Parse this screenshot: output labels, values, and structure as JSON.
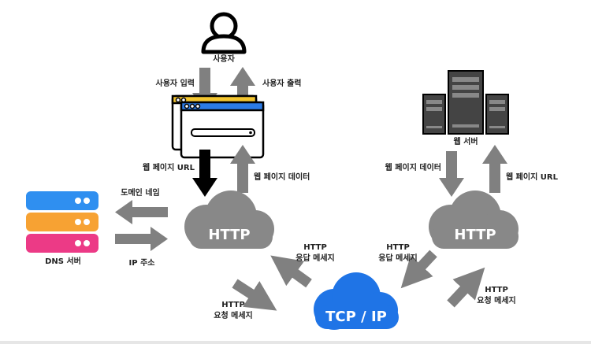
{
  "nodes": {
    "user": {
      "label": "사용자",
      "icon": "user-icon"
    },
    "web_server": {
      "label": "웹 서버",
      "icon": "server-icon"
    },
    "dns_server": {
      "label": "DNS 서버",
      "icon": "dns-server-icon"
    },
    "http_client": {
      "label": "HTTP"
    },
    "http_server": {
      "label": "HTTP"
    },
    "tcp_ip": {
      "label": "TCP / IP"
    }
  },
  "edges": {
    "user_input": "사용자 입력",
    "user_output": "사용자 출력",
    "webpage_url_left": "웹 페이지 URL",
    "webpage_data_left": "웹 페이지 데이터",
    "domain_name": "도메인 네임",
    "ip_address": "IP 주소",
    "http_response_left": [
      "HTTP",
      "응답 메세지"
    ],
    "http_request_left": [
      "HTTP",
      "요청 메세지"
    ],
    "http_response_right": [
      "HTTP",
      "응답 메세지"
    ],
    "http_request_right": [
      "HTTP",
      "요청 메세지"
    ],
    "webpage_data_right": "웹 페이지 데이터",
    "webpage_url_right": "웹 페이지 URL"
  },
  "colors": {
    "arrow": "#808080",
    "black_arrow": "#000000",
    "cloud_gray": "#888888",
    "cloud_blue": "#1f74e6",
    "dns_blue": "#2f8ff0",
    "dns_orange": "#f7a233",
    "dns_pink": "#ec3a86",
    "browser_accent": "#f3c530",
    "browser_tab": "#2c7be5"
  }
}
